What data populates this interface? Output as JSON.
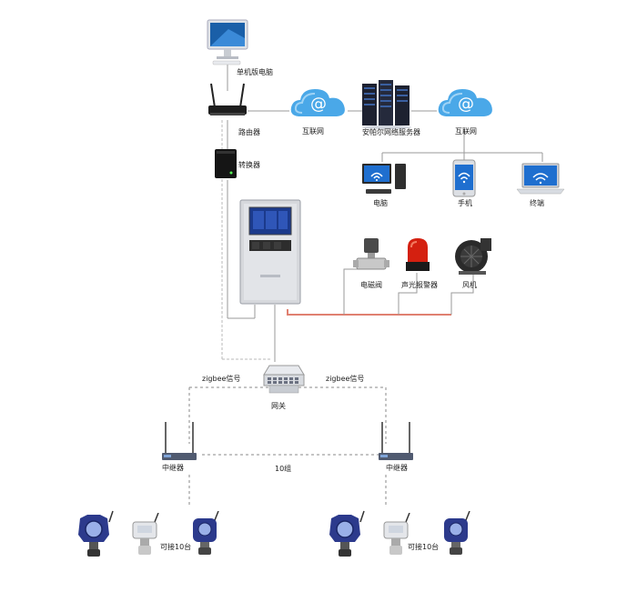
{
  "labels": {
    "pc": "单机版电脑",
    "router": "路由器",
    "converter": "转换器",
    "internet_left": "互联网",
    "server": "安帕尔网络服务器",
    "internet_right": "互联网",
    "terminal_pc": "电脑",
    "terminal_phone": "手机",
    "terminal_laptop": "终端",
    "solenoid_valve": "电磁阀",
    "alarm": "声光报警器",
    "fan": "风机",
    "zigbee_left": "zigbee信号",
    "zigbee_right": "zigbee信号",
    "gateway": "网关",
    "repeater_left": "中继器",
    "repeater_right": "中继器",
    "distance": "10组",
    "capacity_left": "可接10台",
    "capacity_right": "可接10台"
  },
  "colors": {
    "line": "#9a9a9a",
    "output_line": "#e08070",
    "cloud": "#4aa8e8",
    "device_blue": "#2c3a8c",
    "alarm_red": "#d42010"
  }
}
